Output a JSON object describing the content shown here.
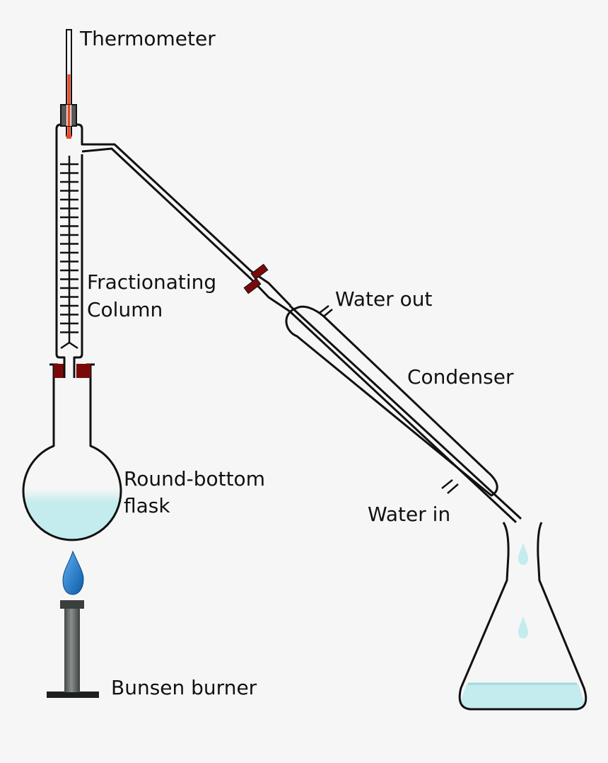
{
  "labels": {
    "thermometer": "Thermometer",
    "fractionating_line1": "Fractionating",
    "fractionating_line2": "Column",
    "water_out": "Water out",
    "condenser": "Condenser",
    "round_bottom_line1": "Round-bottom",
    "round_bottom_line2": "flask",
    "water_in": "Water in",
    "bunsen_burner": "Bunsen burner"
  },
  "colors": {
    "background": "#f6f6f6",
    "glass_outline": "#111111",
    "mercury": "#e84a27",
    "stopper": "#7a0a0a",
    "liquid": "#c4ecee",
    "flame": "#1c78c8",
    "burner_metal": "#5c615e"
  }
}
